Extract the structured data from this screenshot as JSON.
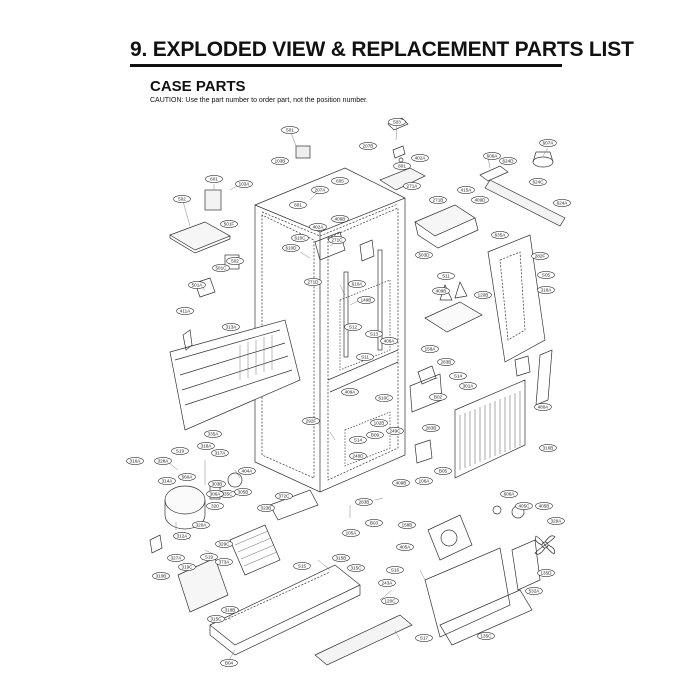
{
  "header": {
    "title": "9. EXPLODED VIEW & REPLACEMENT PARTS LIST",
    "subtitle": "CASE PARTS",
    "caution": "CAUTION: Use the part number to order part, not the position number."
  },
  "callouts": [
    {
      "id": "c-501",
      "text": "501"
    },
    {
      "id": "c-503",
      "text": "503"
    },
    {
      "id": "c-207b",
      "text": "207B"
    },
    {
      "id": "c-402a-top",
      "text": "402A"
    },
    {
      "id": "c-801-top",
      "text": "801"
    },
    {
      "id": "c-607a",
      "text": "607A"
    },
    {
      "id": "c-606a",
      "text": "606A"
    },
    {
      "id": "c-624d",
      "text": "624D"
    },
    {
      "id": "c-103b",
      "text": "103B"
    },
    {
      "id": "c-605",
      "text": "605"
    },
    {
      "id": "c-207a",
      "text": "207A"
    },
    {
      "id": "c-271a",
      "text": "271A"
    },
    {
      "id": "c-415a",
      "text": "415A"
    },
    {
      "id": "c-624c",
      "text": "624C"
    },
    {
      "id": "c-601",
      "text": "601"
    },
    {
      "id": "c-103a",
      "text": "103A"
    },
    {
      "id": "c-502-top",
      "text": "502"
    },
    {
      "id": "c-801-mid",
      "text": "801"
    },
    {
      "id": "c-271b",
      "text": "271B"
    },
    {
      "id": "c-409d",
      "text": "409D"
    },
    {
      "id": "c-624a",
      "text": "624A"
    },
    {
      "id": "c-501f",
      "text": "501F"
    },
    {
      "id": "c-402a-mid",
      "text": "402A"
    },
    {
      "id": "c-406b",
      "text": "406B"
    },
    {
      "id": "c-610c",
      "text": "610C"
    },
    {
      "id": "c-271c",
      "text": "271C"
    },
    {
      "id": "c-610d",
      "text": "610D"
    },
    {
      "id": "c-503d",
      "text": "503D"
    },
    {
      "id": "c-635a",
      "text": "635A"
    },
    {
      "id": "c-502-left",
      "text": "502"
    },
    {
      "id": "c-501c",
      "text": "501C"
    },
    {
      "id": "c-271d",
      "text": "271D"
    },
    {
      "id": "c-610a",
      "text": "610A"
    },
    {
      "id": "c-282f",
      "text": "282F"
    },
    {
      "id": "c-s11-top",
      "text": "S11"
    },
    {
      "id": "c-s05",
      "text": "S05"
    },
    {
      "id": "c-409b",
      "text": "409B"
    },
    {
      "id": "c-120b",
      "text": "120B"
    },
    {
      "id": "c-318a",
      "text": "318A"
    },
    {
      "id": "c-501a",
      "text": "501A"
    },
    {
      "id": "c-411a",
      "text": "411A"
    },
    {
      "id": "c-149b",
      "text": "149B"
    },
    {
      "id": "c-313a",
      "text": "313A"
    },
    {
      "id": "c-s12",
      "text": "S12"
    },
    {
      "id": "c-s13",
      "text": "S13"
    },
    {
      "id": "c-406a",
      "text": "406A"
    },
    {
      "id": "c-158a",
      "text": "158A"
    },
    {
      "id": "c-s11-mid",
      "text": "S11"
    },
    {
      "id": "c-283b",
      "text": "283B"
    },
    {
      "id": "c-s14",
      "text": "S14"
    },
    {
      "id": "c-301a",
      "text": "301A"
    },
    {
      "id": "c-409a",
      "text": "409A"
    },
    {
      "id": "c-610c-mid",
      "text": "610C"
    },
    {
      "id": "c-b02",
      "text": "B02"
    },
    {
      "id": "c-480a",
      "text": "480A"
    },
    {
      "id": "c-292f",
      "text": "292F"
    },
    {
      "id": "c-102b",
      "text": "102B"
    },
    {
      "id": "c-b09",
      "text": "B09"
    },
    {
      "id": "c-283b-mid",
      "text": "283B"
    },
    {
      "id": "c-s14-mid",
      "text": "S14"
    },
    {
      "id": "c-249c",
      "text": "249C"
    },
    {
      "id": "c-335a",
      "text": "335A"
    },
    {
      "id": "c-318a-mid",
      "text": "318A"
    },
    {
      "id": "c-316a",
      "text": "316A"
    },
    {
      "id": "c-328a",
      "text": "328A"
    },
    {
      "id": "c-s19",
      "text": "S19"
    },
    {
      "id": "c-317a",
      "text": "317A"
    },
    {
      "id": "c-248d",
      "text": "248D"
    },
    {
      "id": "c-316b",
      "text": "316B"
    },
    {
      "id": "c-b05",
      "text": "B05"
    },
    {
      "id": "c-404a",
      "text": "404A"
    },
    {
      "id": "c-560a",
      "text": "560A"
    },
    {
      "id": "c-303b",
      "text": "303B"
    },
    {
      "id": "c-314a",
      "text": "314A"
    },
    {
      "id": "c-106a",
      "text": "106A"
    },
    {
      "id": "c-305b",
      "text": "305B"
    },
    {
      "id": "c-409b-low",
      "text": "409B"
    },
    {
      "id": "c-606a-low",
      "text": "606A"
    },
    {
      "id": "c-405c",
      "text": "405C"
    },
    {
      "id": "c-405b",
      "text": "405B"
    },
    {
      "id": "c-329a",
      "text": "329A"
    },
    {
      "id": "c-320",
      "text": "320"
    },
    {
      "id": "c-335c",
      "text": "335C"
    },
    {
      "id": "c-306a",
      "text": "306A"
    },
    {
      "id": "c-372c",
      "text": "372C"
    },
    {
      "id": "c-283b-low",
      "text": "283B"
    },
    {
      "id": "c-b03",
      "text": "B03"
    },
    {
      "id": "c-158b",
      "text": "158B"
    },
    {
      "id": "c-320a",
      "text": "320A"
    },
    {
      "id": "c-329c",
      "text": "329C"
    },
    {
      "id": "c-312a",
      "text": "312A"
    },
    {
      "id": "c-323b",
      "text": "323B"
    },
    {
      "id": "c-105a",
      "text": "105A"
    },
    {
      "id": "c-405a",
      "text": "405A"
    },
    {
      "id": "c-s19-low",
      "text": "S19"
    },
    {
      "id": "c-327a",
      "text": "327A"
    },
    {
      "id": "c-319c",
      "text": "319C"
    },
    {
      "id": "c-373a",
      "text": "373A"
    },
    {
      "id": "c-310b",
      "text": "310B"
    },
    {
      "id": "c-s15",
      "text": "S15"
    },
    {
      "id": "c-315b",
      "text": "315B"
    },
    {
      "id": "c-315c",
      "text": "315C"
    },
    {
      "id": "c-s16",
      "text": "S16"
    },
    {
      "id": "c-243a",
      "text": "243A"
    },
    {
      "id": "c-135d",
      "text": "135D"
    },
    {
      "id": "c-318b",
      "text": "318B"
    },
    {
      "id": "c-315c-low",
      "text": "315C"
    },
    {
      "id": "c-120c",
      "text": "120C"
    },
    {
      "id": "c-532a",
      "text": "532A"
    },
    {
      "id": "c-s17",
      "text": "S17"
    },
    {
      "id": "c-135c",
      "text": "135C"
    },
    {
      "id": "c-b04",
      "text": "B04"
    }
  ]
}
